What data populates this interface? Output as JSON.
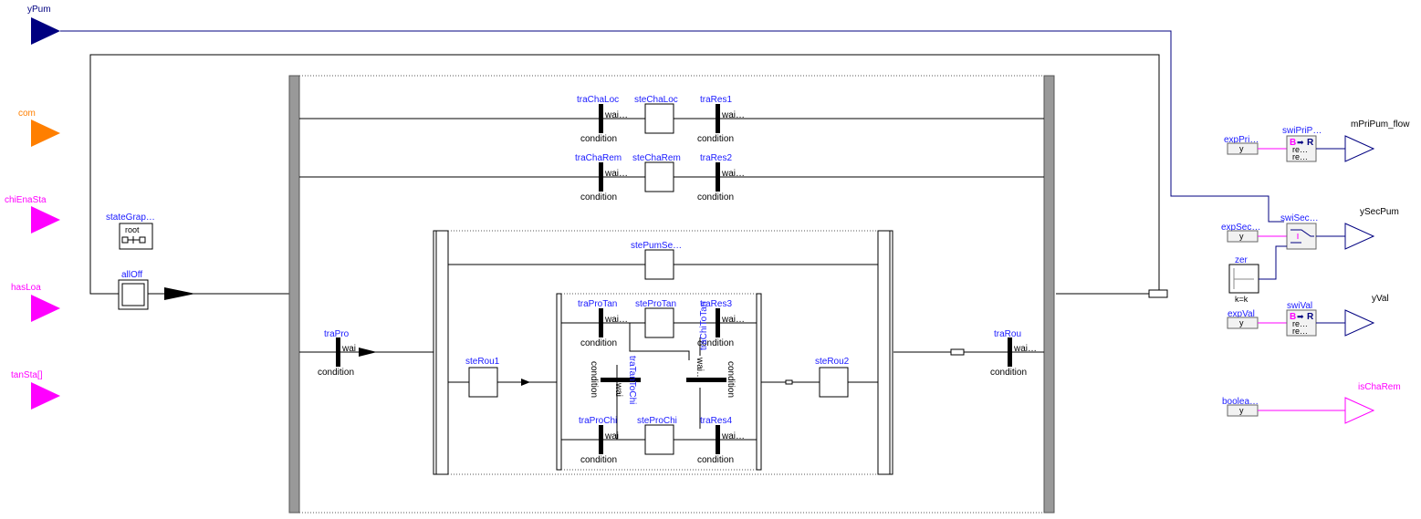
{
  "inputs": {
    "yPum": "yPum",
    "com": "com",
    "chiEnaSta": "chiEnaSta",
    "hasLoa": "hasLoa",
    "tanSta": "tanSta[]"
  },
  "outputs": {
    "mPriPum_flow": "mPriPum_flow",
    "ySecPum": "ySecPum",
    "yVal": "yVal",
    "isChaRem": "isChaRem"
  },
  "state_graph": {
    "name": "stateGrap…",
    "root_label": "root"
  },
  "initial_step": {
    "name": "allOff"
  },
  "steps": {
    "steChaLoc": "steChaLoc",
    "steChaRem": "steChaRem",
    "stePumSe": "stePumSe…",
    "steProTan": "steProTan",
    "steProChi": "steProChi",
    "steRou1": "steRou1",
    "steRou2": "steRou2"
  },
  "transitions": {
    "traChaLoc": "traChaLoc",
    "traRes1": "traRes1",
    "traChaRem": "traChaRem",
    "traRes2": "traRes2",
    "traPro": "traPro",
    "traProTan": "traProTan",
    "traRes3": "traRes3",
    "traProChi": "traProChi",
    "traRes4": "traRes4",
    "traRou": "traRou",
    "traTanToChi": "traTanToChi",
    "traChiToTan": "traChiToTan"
  },
  "transition_texts": {
    "condition": "condition",
    "wait_short": "wai…",
    "wait_tiny": "wai"
  },
  "blocks": {
    "expPri": {
      "name": "expPri…",
      "port": "y"
    },
    "swiPriP": {
      "name": "swiPriP…",
      "symbol_left": "B",
      "symbol_right": "R",
      "line1": "re…",
      "line2": "re…"
    },
    "expSec": {
      "name": "expSec…",
      "port": "y"
    },
    "swiSec": {
      "name": "swiSec…"
    },
    "zer": {
      "name": "zer",
      "param": "k=k"
    },
    "expVal": {
      "name": "expVal",
      "port": "y"
    },
    "swiVal": {
      "name": "swiVal",
      "symbol_left": "B",
      "symbol_right": "R",
      "line1": "re…",
      "line2": "re…"
    },
    "boolea": {
      "name": "boolea…",
      "port": "y"
    }
  }
}
